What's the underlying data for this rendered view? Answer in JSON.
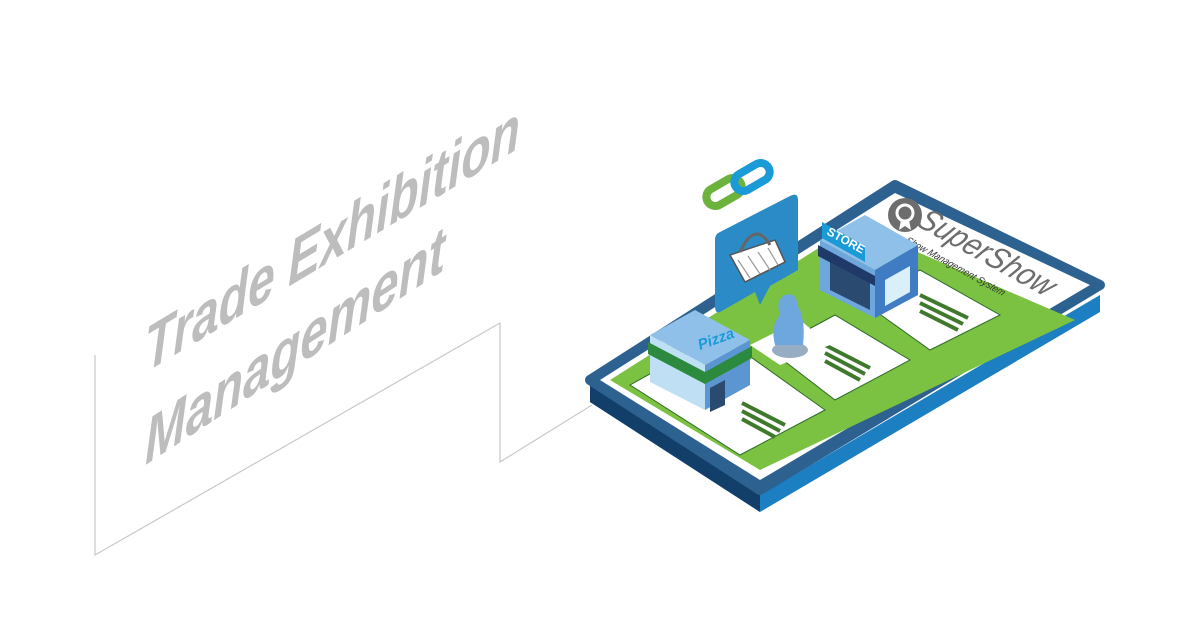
{
  "headline": {
    "line1": "Trade Exhibition",
    "line2": "Management"
  },
  "brand": {
    "name": "SuperShow",
    "tagline": "Show Management System"
  },
  "store_sign": "STORE",
  "pizza_sign": "Pizza",
  "colors": {
    "phone_frame": "#2d6190",
    "phone_side": "#1b7fc1",
    "screen_green": "#7cc242",
    "card_line": "#3f7a2c",
    "title_gray": "#bdbdbd",
    "bubble": "#2a8bc6"
  }
}
